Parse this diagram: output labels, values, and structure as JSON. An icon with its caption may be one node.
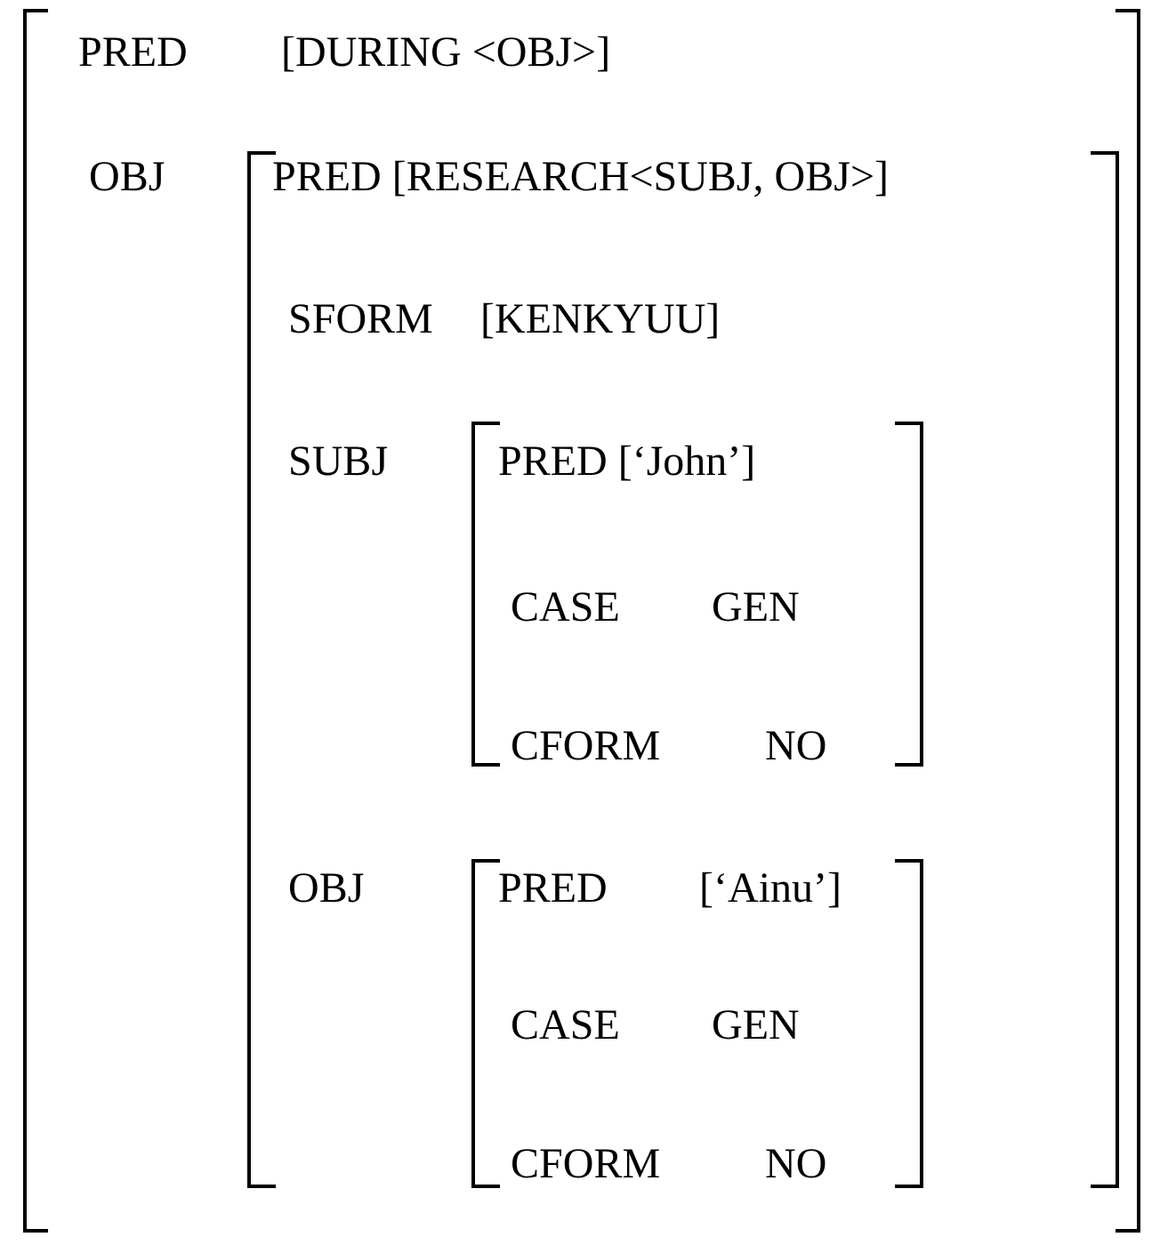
{
  "diagram": {
    "nodes": [
      {
        "text": [
          "PRED",
          "[DURING <OBJ>]",
          "OBJ"
        ]
      },
      {
        "text": [
          "PRED [RESEARCH<SUBJ, OBJ>]",
          "SFORM",
          "[KENKYUU]",
          "SUBJ",
          "OBJ"
        ],
        "in": 0
      },
      {
        "text": [
          "PRED [‘John’]",
          "CASE",
          "GEN",
          "CFORM",
          "NO"
        ],
        "in": 1
      },
      {
        "text": [
          "PRED",
          "[‘Ainu’]",
          "CASE",
          "GEN",
          "CFORM",
          "NO"
        ],
        "in": 1
      }
    ]
  }
}
